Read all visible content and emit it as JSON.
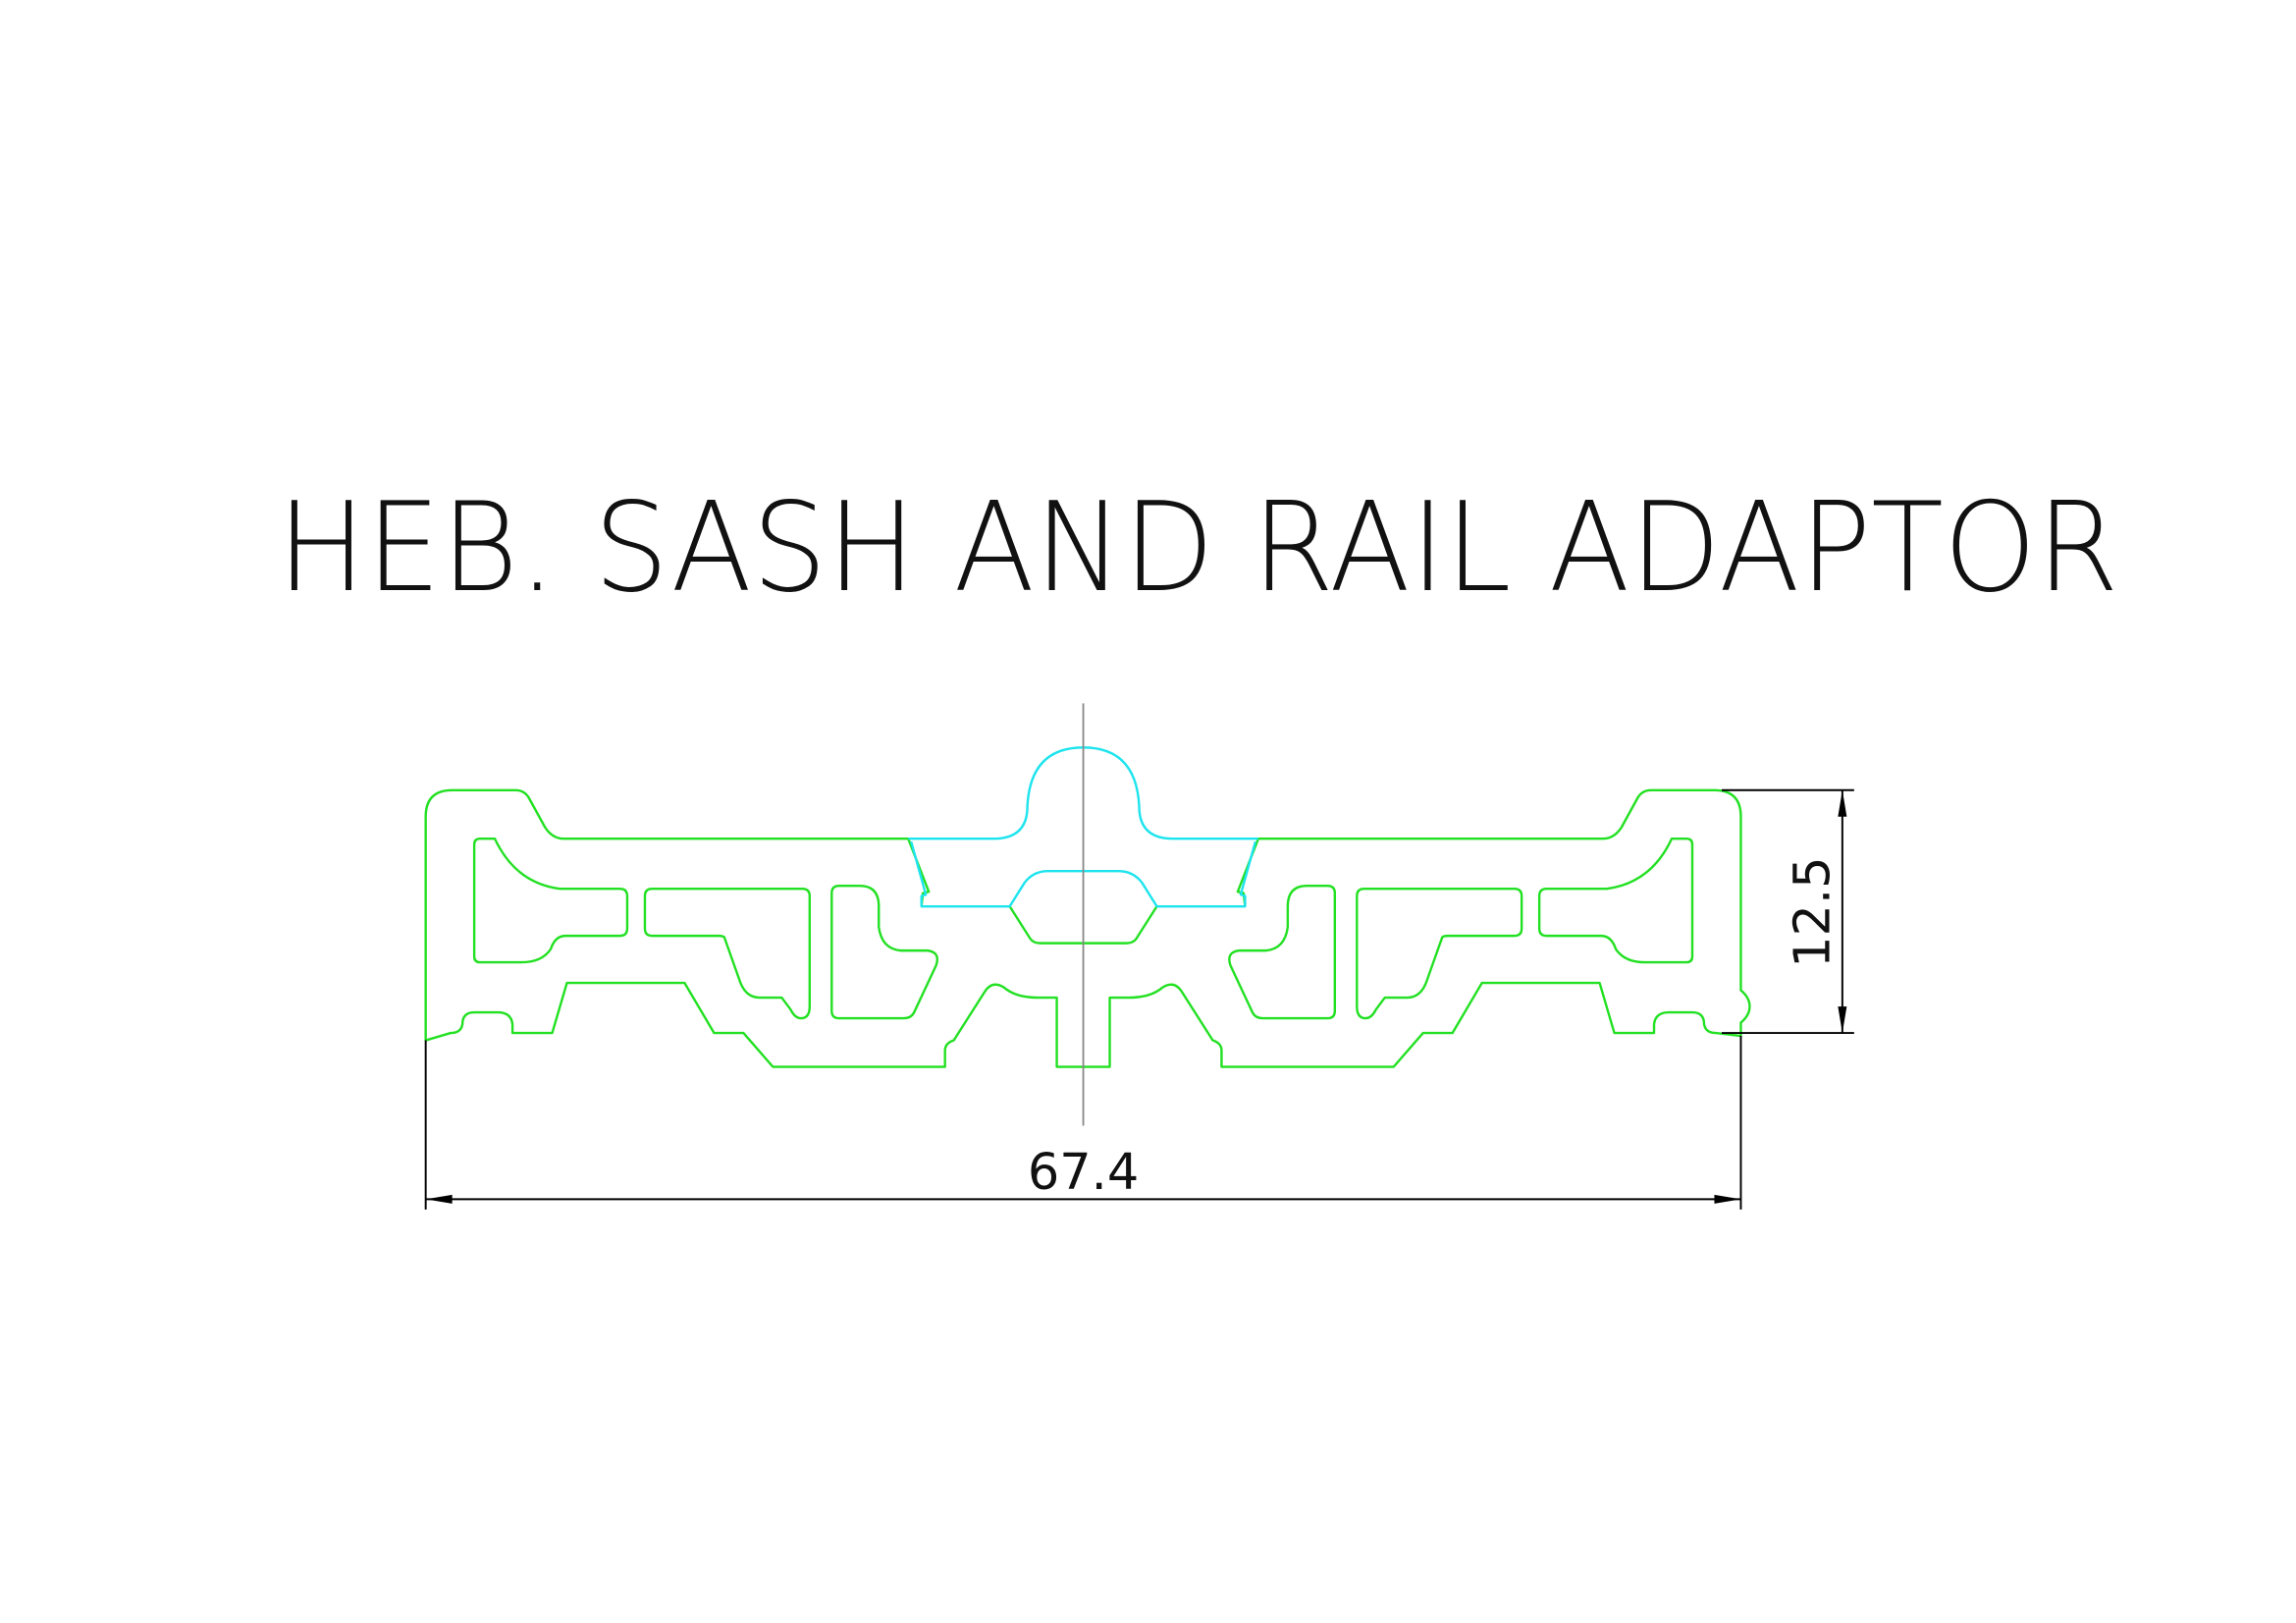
{
  "drawing": {
    "title": "HEB. SASH AND RAIL ADAPTOR",
    "dimensions": {
      "width_label": "67.4",
      "height_label": "12.5"
    },
    "colors": {
      "profile": "#22e022",
      "insert": "#1de4ee",
      "dimension": "#000000",
      "centerline": "#888888"
    }
  }
}
